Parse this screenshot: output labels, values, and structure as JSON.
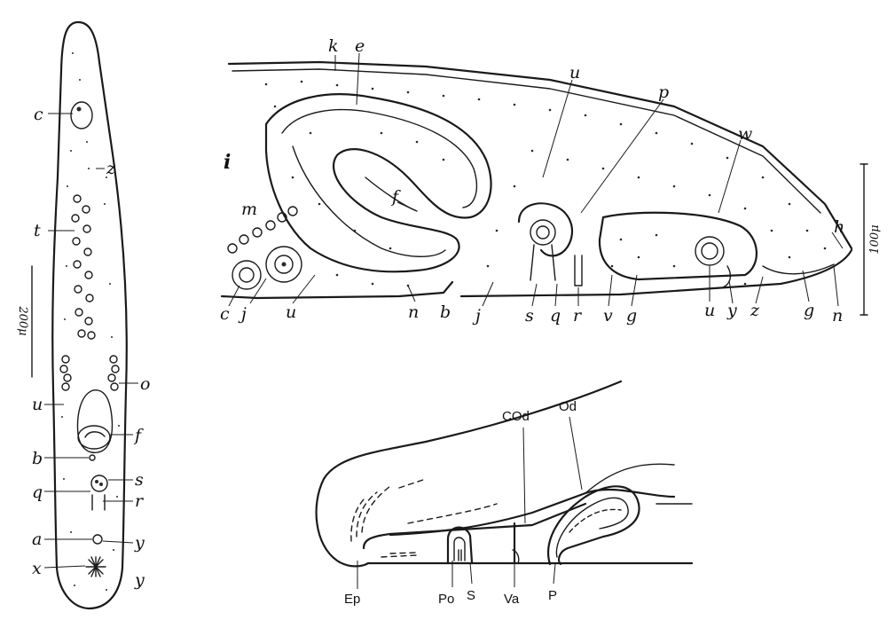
{
  "figure_a": {
    "labels": {
      "c": "c",
      "z1": "z",
      "t": "t",
      "o": "o",
      "u": "u",
      "f": "f",
      "b": "b",
      "s": "s",
      "q": "q",
      "r": "r",
      "a": "a",
      "y1": "y",
      "x": "x",
      "y2": "y"
    },
    "scale_label": "200μ"
  },
  "figure_b": {
    "labels": {
      "k": "k",
      "e": "e",
      "u_top": "u",
      "p": "p",
      "w": "w",
      "i": "i",
      "f": "f",
      "m": "m",
      "h": "h",
      "c": "c",
      "j1": "j",
      "u_bot1": "u",
      "n1": "n",
      "b": "b",
      "j2": "j",
      "s": "s",
      "q": "q",
      "r": "r",
      "v": "v",
      "g1": "g",
      "u_bot2": "u",
      "y": "y",
      "z": "z",
      "g2": "g",
      "n2": "n"
    },
    "scale_label": "100μ"
  },
  "figure_c": {
    "labels": {
      "COd": "COd",
      "Od": "Od",
      "Ep": "Ep",
      "Po": "Po",
      "S": "S",
      "Va": "Va",
      "P": "P"
    }
  }
}
